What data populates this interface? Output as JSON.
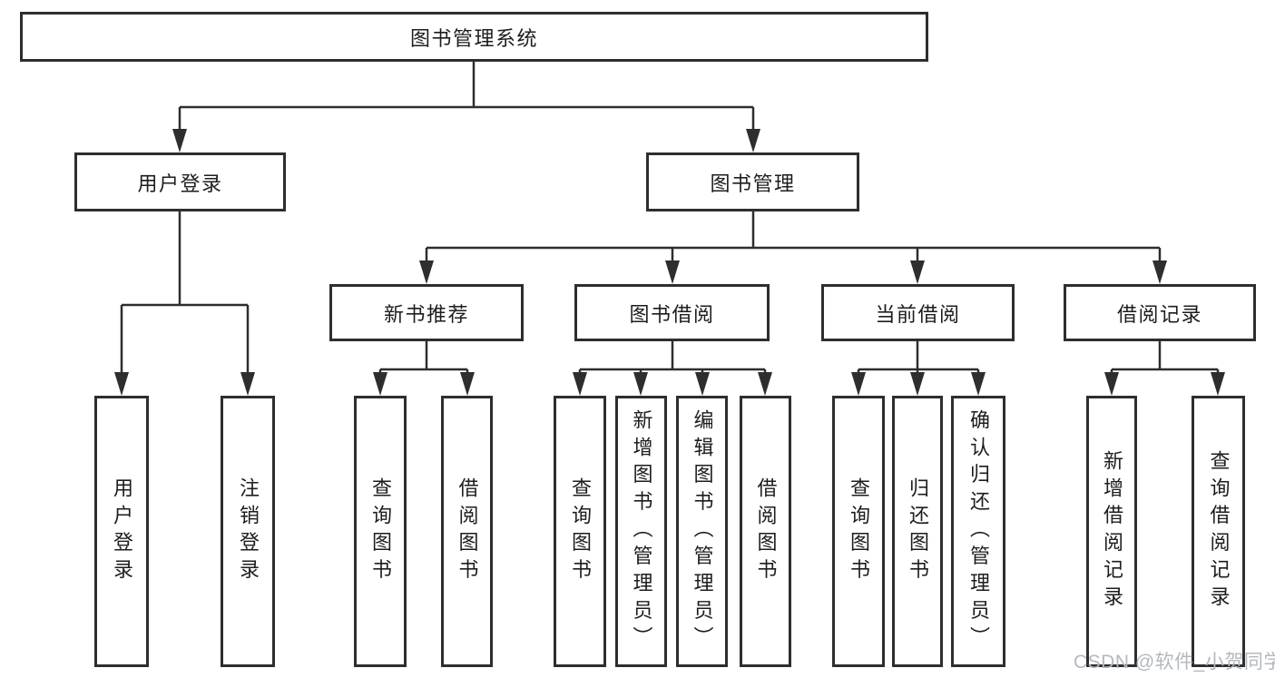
{
  "diagram": {
    "title": "图书管理系统",
    "branches": [
      {
        "label": "用户登录",
        "children": [
          {
            "label": "用户登录"
          },
          {
            "label": "注销登录"
          }
        ]
      },
      {
        "label": "图书管理",
        "children": [
          {
            "label": "新书推荐",
            "children": [
              {
                "label": "查询图书"
              },
              {
                "label": "借阅图书"
              }
            ]
          },
          {
            "label": "图书借阅",
            "children": [
              {
                "label": "查询图书"
              },
              {
                "label": "新增图书（管理员）"
              },
              {
                "label": "编辑图书（管理员）"
              },
              {
                "label": "借阅图书"
              }
            ]
          },
          {
            "label": "当前借阅",
            "children": [
              {
                "label": "查询图书"
              },
              {
                "label": "归还图书"
              },
              {
                "label": "确认归还（管理员）"
              }
            ]
          },
          {
            "label": "借阅记录",
            "children": [
              {
                "label": "新增借阅记录"
              },
              {
                "label": "查询借阅记录"
              }
            ]
          }
        ]
      }
    ]
  },
  "watermark": {
    "text": "CSDN @软件_小贺同学"
  },
  "colors": {
    "background": "#ffffff",
    "line": "#2e2e2e",
    "text": "#1d1d1f",
    "watermark": "#b4b8bf"
  }
}
